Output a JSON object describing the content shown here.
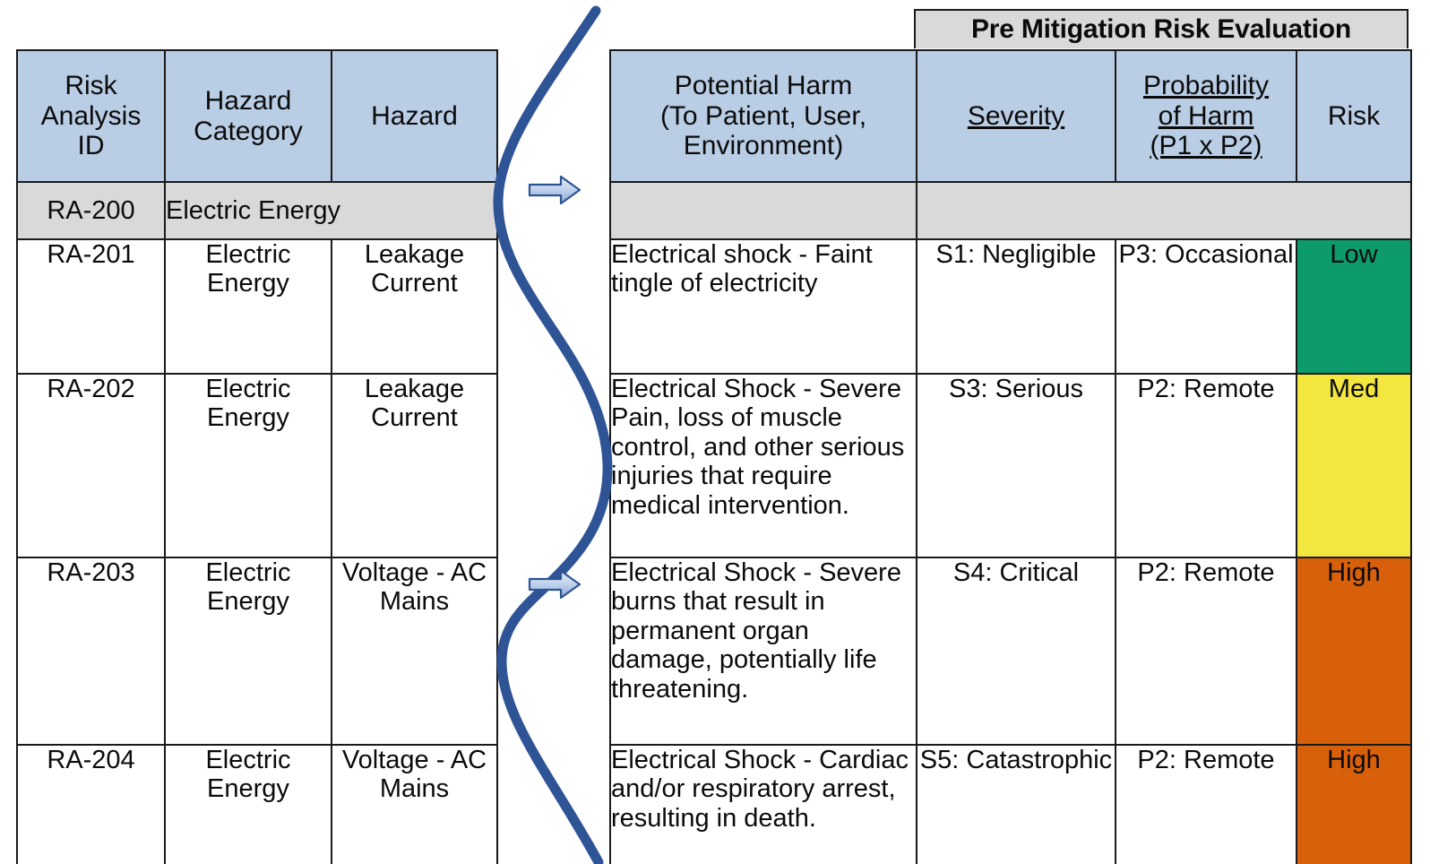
{
  "banner": {
    "pre_mitigation_label": "Pre Mitigation Risk Evaluation"
  },
  "left_table": {
    "headers": {
      "risk_analysis_id": "Risk\nAnalysis\nID",
      "risk_analysis_id_l1": "Risk",
      "risk_analysis_id_l2": "Analysis",
      "risk_analysis_id_l3": "ID",
      "hazard_category_l1": "Hazard",
      "hazard_category_l2": "Category",
      "hazard": "Hazard"
    },
    "group_row": {
      "id": "RA-200",
      "category": "Electric Energy"
    },
    "rows": [
      {
        "id": "RA-201",
        "category": "Electric Energy",
        "hazard": "Leakage Current"
      },
      {
        "id": "RA-202",
        "category": "Electric Energy",
        "hazard": "Leakage Current"
      },
      {
        "id": "RA-203",
        "category": "Electric Energy",
        "hazard": "Voltage - AC Mains"
      },
      {
        "id": "RA-204",
        "category": "Electric Energy",
        "hazard": "Voltage - AC Mains"
      }
    ]
  },
  "right_table": {
    "headers": {
      "potential_harm_l1": "Potential Harm",
      "potential_harm_l2": "(To Patient, User,",
      "potential_harm_l3": "Environment)",
      "severity": "Severity",
      "probability_l1": "Probability",
      "probability_l2": "of Harm",
      "probability_l3": "(P1 x P2)",
      "risk": "Risk"
    },
    "rows": [
      {
        "potential_harm": "Electrical shock - Faint tingle of electricity",
        "severity": "S1: Negligible",
        "probability": "P3: Occasional",
        "risk": "Low",
        "risk_level": "low"
      },
      {
        "potential_harm": "Electrical Shock - Severe Pain, loss of muscle control, and other serious injuries that require medical intervention.",
        "severity": "S3: Serious",
        "probability": "P2: Remote",
        "risk": "Med",
        "risk_level": "med"
      },
      {
        "potential_harm": "Electrical Shock - Severe burns that result in permanent organ damage, potentially life threatening.",
        "severity": "S4: Critical",
        "probability": "P2: Remote",
        "risk": "High",
        "risk_level": "high"
      },
      {
        "potential_harm": "Electrical Shock - Cardiac and/or respiratory arrest, resulting in death.",
        "severity": "S5: Catastrophic",
        "probability": "P2: Remote",
        "risk": "High",
        "risk_level": "high"
      }
    ]
  },
  "decorations": {
    "wave_color": "#2e5496",
    "arrow_fill_top": "#dbe5f3",
    "arrow_fill_bottom": "#8eaada",
    "arrow_stroke": "#2e5496",
    "arrow_1_name": "flow-arrow-icon",
    "arrow_2_name": "flow-arrow-icon"
  },
  "colors": {
    "header_blue": "#b9cde4",
    "band_gray": "#d9d9d9",
    "risk_low": "#0d9b6c",
    "risk_med": "#f2e63f",
    "risk_high": "#d9600a",
    "border": "#1a1a1a"
  }
}
